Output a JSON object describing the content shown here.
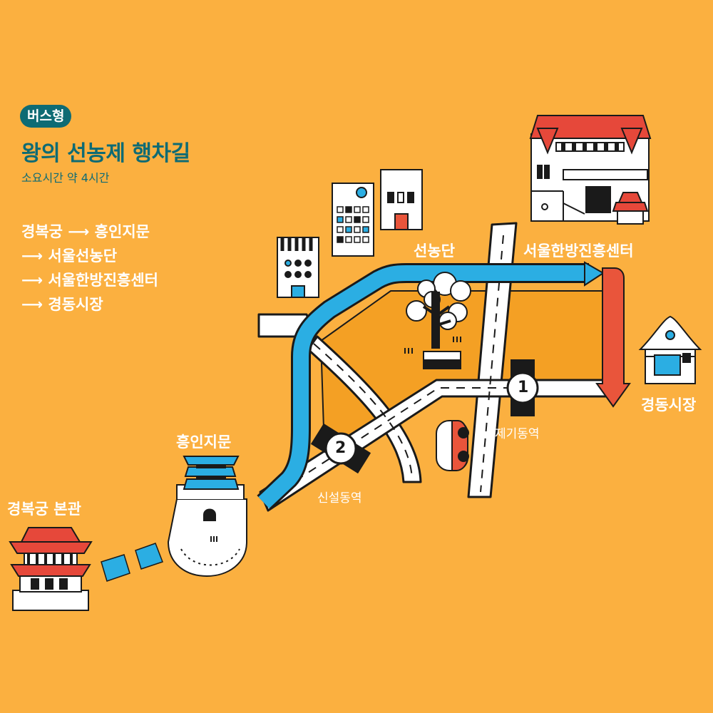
{
  "header": {
    "badge": "버스형",
    "title": "왕의 선농제 행차길",
    "duration": "소요시간 약 4시간"
  },
  "route_steps": [
    "경복궁 ⟶ 흥인지문",
    "⟶ 서울선농단",
    "⟶ 서울한방진흥센터",
    "⟶ 경동시장"
  ],
  "places": {
    "gyeongbokgung": "경복궁 본관",
    "heunginjimun": "흥인지문",
    "seonnongdan": "선농단",
    "hanbang_center": "서울한방진흥센터",
    "gyeongdong_market": "경동시장"
  },
  "stations": {
    "station_1": {
      "number": "1",
      "name": "제기동역"
    },
    "station_2": {
      "number": "2",
      "name": "신설동역"
    }
  },
  "colors": {
    "background": "#FBB040",
    "area": "#F4A024",
    "route_blue": "#2BAEE3",
    "route_red": "#E9553B",
    "teal": "#0E6B74",
    "roof_red": "#E6483A",
    "roof_blue": "#2BAEE3",
    "outline": "#1A1A1A",
    "road": "#FFFFFF"
  },
  "icons": [
    "palace-icon",
    "gate-icon",
    "tree-icon",
    "building-icon",
    "market-icon",
    "car-icon",
    "route-arrow-icon"
  ]
}
